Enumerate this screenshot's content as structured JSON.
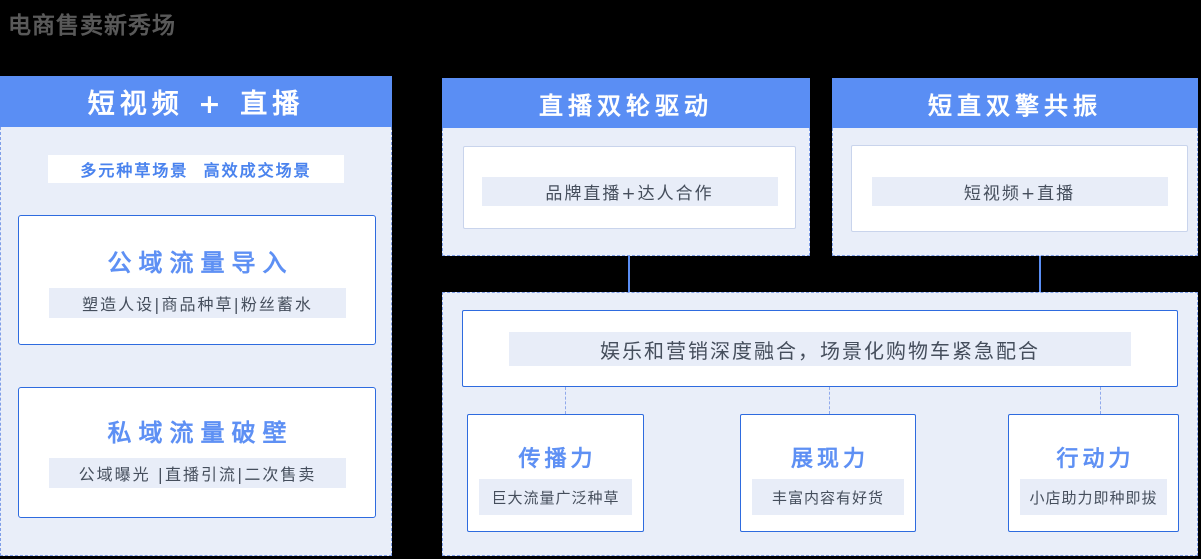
{
  "page": {
    "title": "电商售卖新秀场"
  },
  "colors": {
    "background": "#000000",
    "header_blue": "#5A8EF4",
    "panel_bg": "#E9EEF9",
    "strip_bg": "#E8EDF8",
    "solid_border_blue": "#2E6BDF",
    "light_box_border": "#C9D4EC",
    "dashed_border": "#7F9EE8",
    "blue_title_text": "#5E90F4",
    "dark_text": "#454E5C",
    "page_title_gray": "#595959"
  },
  "left_column": {
    "header": "短视频 + 直播",
    "scene_tags": "多元种草场景  高效成交场景",
    "boxes": [
      {
        "title": "公域流量导入",
        "desc": "塑造人设|商品种草|粉丝蓄水"
      },
      {
        "title": "私域流量破壁",
        "desc": "公域曝光 |直播引流|二次售卖"
      }
    ]
  },
  "top_columns": [
    {
      "header": "直播双轮驱动",
      "desc": "品牌直播+达人合作"
    },
    {
      "header": "短直双擎共振",
      "desc": "短视频+直播"
    }
  ],
  "bottom_panel": {
    "banner": "娱乐和营销深度融合，场景化购物车紧急配合",
    "boxes": [
      {
        "title": "传播力",
        "desc": "巨大流量广泛种草"
      },
      {
        "title": "展现力",
        "desc": "丰富内容有好货"
      },
      {
        "title": "行动力",
        "desc": "小店助力即种即拔"
      }
    ]
  }
}
